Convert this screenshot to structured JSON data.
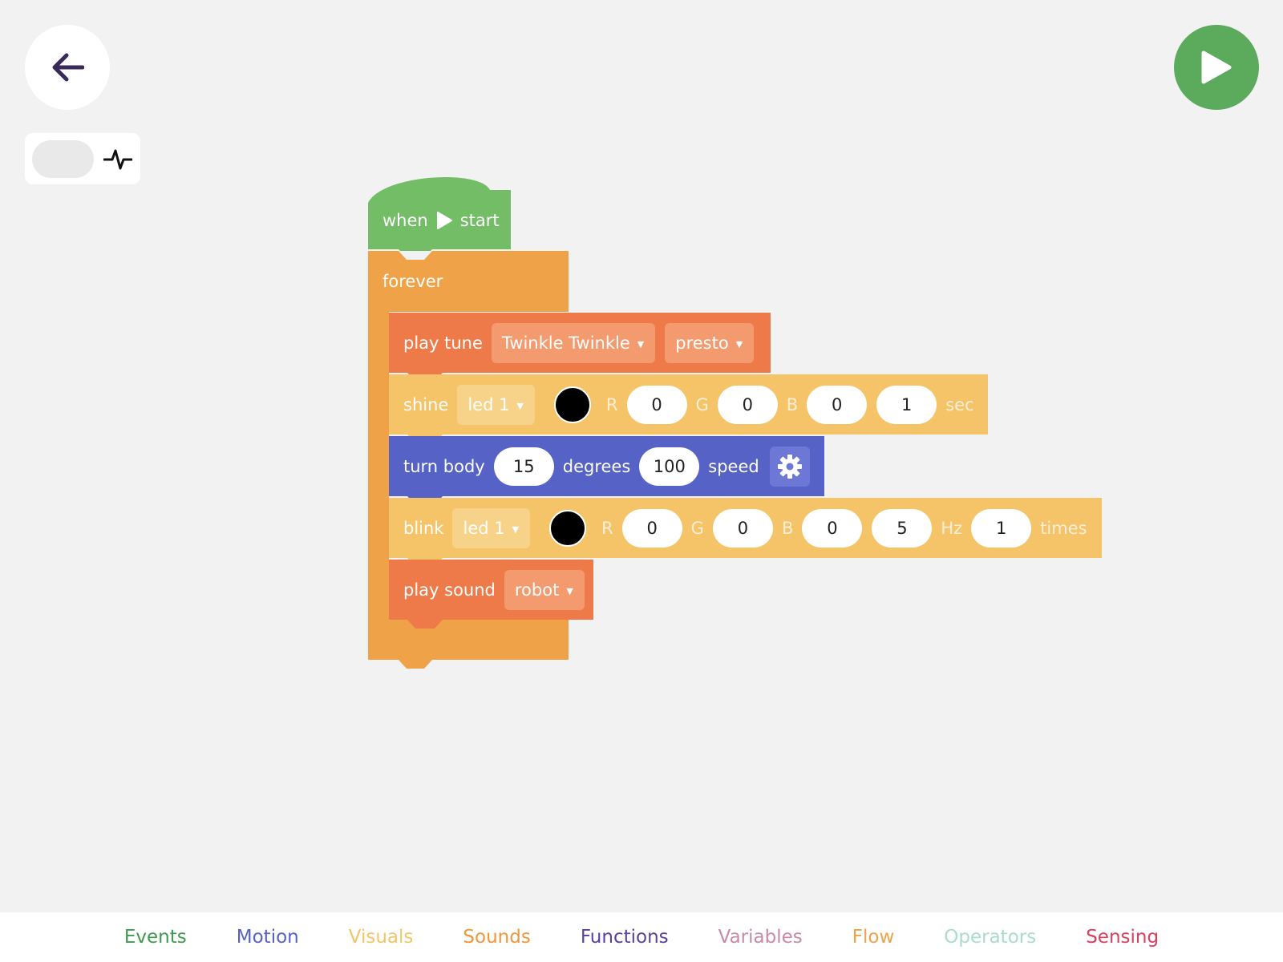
{
  "toolbar": {
    "back_icon": "arrow-left-icon",
    "run_icon": "play-icon",
    "mode_icon": "pulse-icon",
    "colors": {
      "run": "#5caa5c",
      "back_arrow": "#3a2a5a"
    }
  },
  "program": {
    "hat": {
      "pre": "when",
      "icon": "play-icon",
      "post": "start"
    },
    "loop": {
      "label": "forever"
    },
    "play_tune": {
      "label": "play tune",
      "tune": "Twinkle Twinkle",
      "tempo": "presto"
    },
    "shine": {
      "label": "shine",
      "led": "led 1",
      "color": "#000000",
      "r_label": "R",
      "r": "0",
      "g_label": "G",
      "g": "0",
      "b_label": "B",
      "b": "0",
      "duration": "1",
      "duration_unit": "sec"
    },
    "turn_body": {
      "label": "turn body",
      "degrees": "15",
      "degrees_label": "degrees",
      "speed": "100",
      "speed_label": "speed",
      "settings_icon": "gear-icon"
    },
    "blink": {
      "label": "blink",
      "led": "led 1",
      "color": "#000000",
      "r_label": "R",
      "r": "0",
      "g_label": "G",
      "g": "0",
      "b_label": "B",
      "b": "0",
      "freq": "5",
      "freq_unit": "Hz",
      "count": "1",
      "count_unit": "times"
    },
    "play_sound": {
      "label": "play sound",
      "sound": "robot"
    }
  },
  "block_colors": {
    "events": "#74bd67",
    "flow": "#f0a248",
    "sounds": "#ee7a4a",
    "visuals": "#f5c468",
    "motion": "#5662c6"
  },
  "categories": [
    {
      "label": "Events",
      "color": "#3f9a4f"
    },
    {
      "label": "Motion",
      "color": "#5662c6"
    },
    {
      "label": "Visuals",
      "color": "#f5c468"
    },
    {
      "label": "Sounds",
      "color": "#f0963c"
    },
    {
      "label": "Functions",
      "color": "#5b3f9e"
    },
    {
      "label": "Variables",
      "color": "#c98aa8"
    },
    {
      "label": "Flow",
      "color": "#f0a248"
    },
    {
      "label": "Operators",
      "color": "#a9dcd0"
    },
    {
      "label": "Sensing",
      "color": "#d9405e"
    }
  ]
}
